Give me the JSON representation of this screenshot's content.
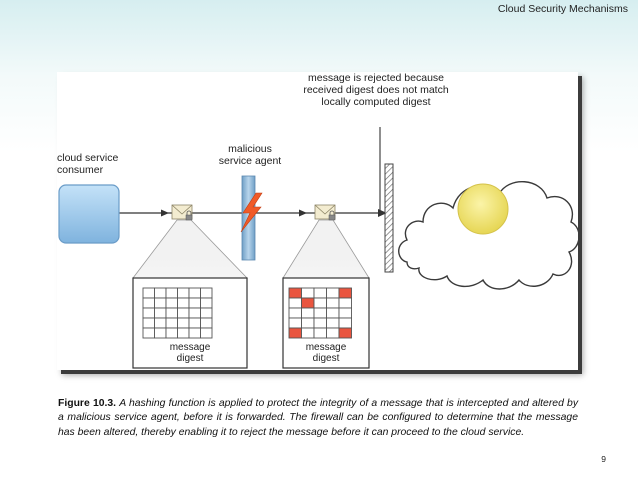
{
  "header": {
    "title": "Cloud Security Mechanisms"
  },
  "diagram": {
    "consumer_label": "cloud service\nconsumer",
    "agent_label": "malicious\nservice agent",
    "rejected_label": "message is rejected because\nreceived digest does not match\nlocally computed digest",
    "digest_left_label": "message\ndigest",
    "digest_right_label": "message\ndigest"
  },
  "caption": {
    "figure_label": "Figure 10.3.",
    "text": "A hashing function is applied to protect the integrity of a message that is intercepted and altered by a malicious service agent, before it is forwarded. The firewall can be configured to determine that the message has been altered, thereby enabling it to reject the message before it can proceed to the cloud service."
  },
  "page_number": "9",
  "colors": {
    "consumer_fill": "#a9d2f2",
    "agent_bar": "#8eb7d8",
    "flash": "#f05a28",
    "altered_cell": "#e9553f",
    "sun": "#f1e477"
  }
}
